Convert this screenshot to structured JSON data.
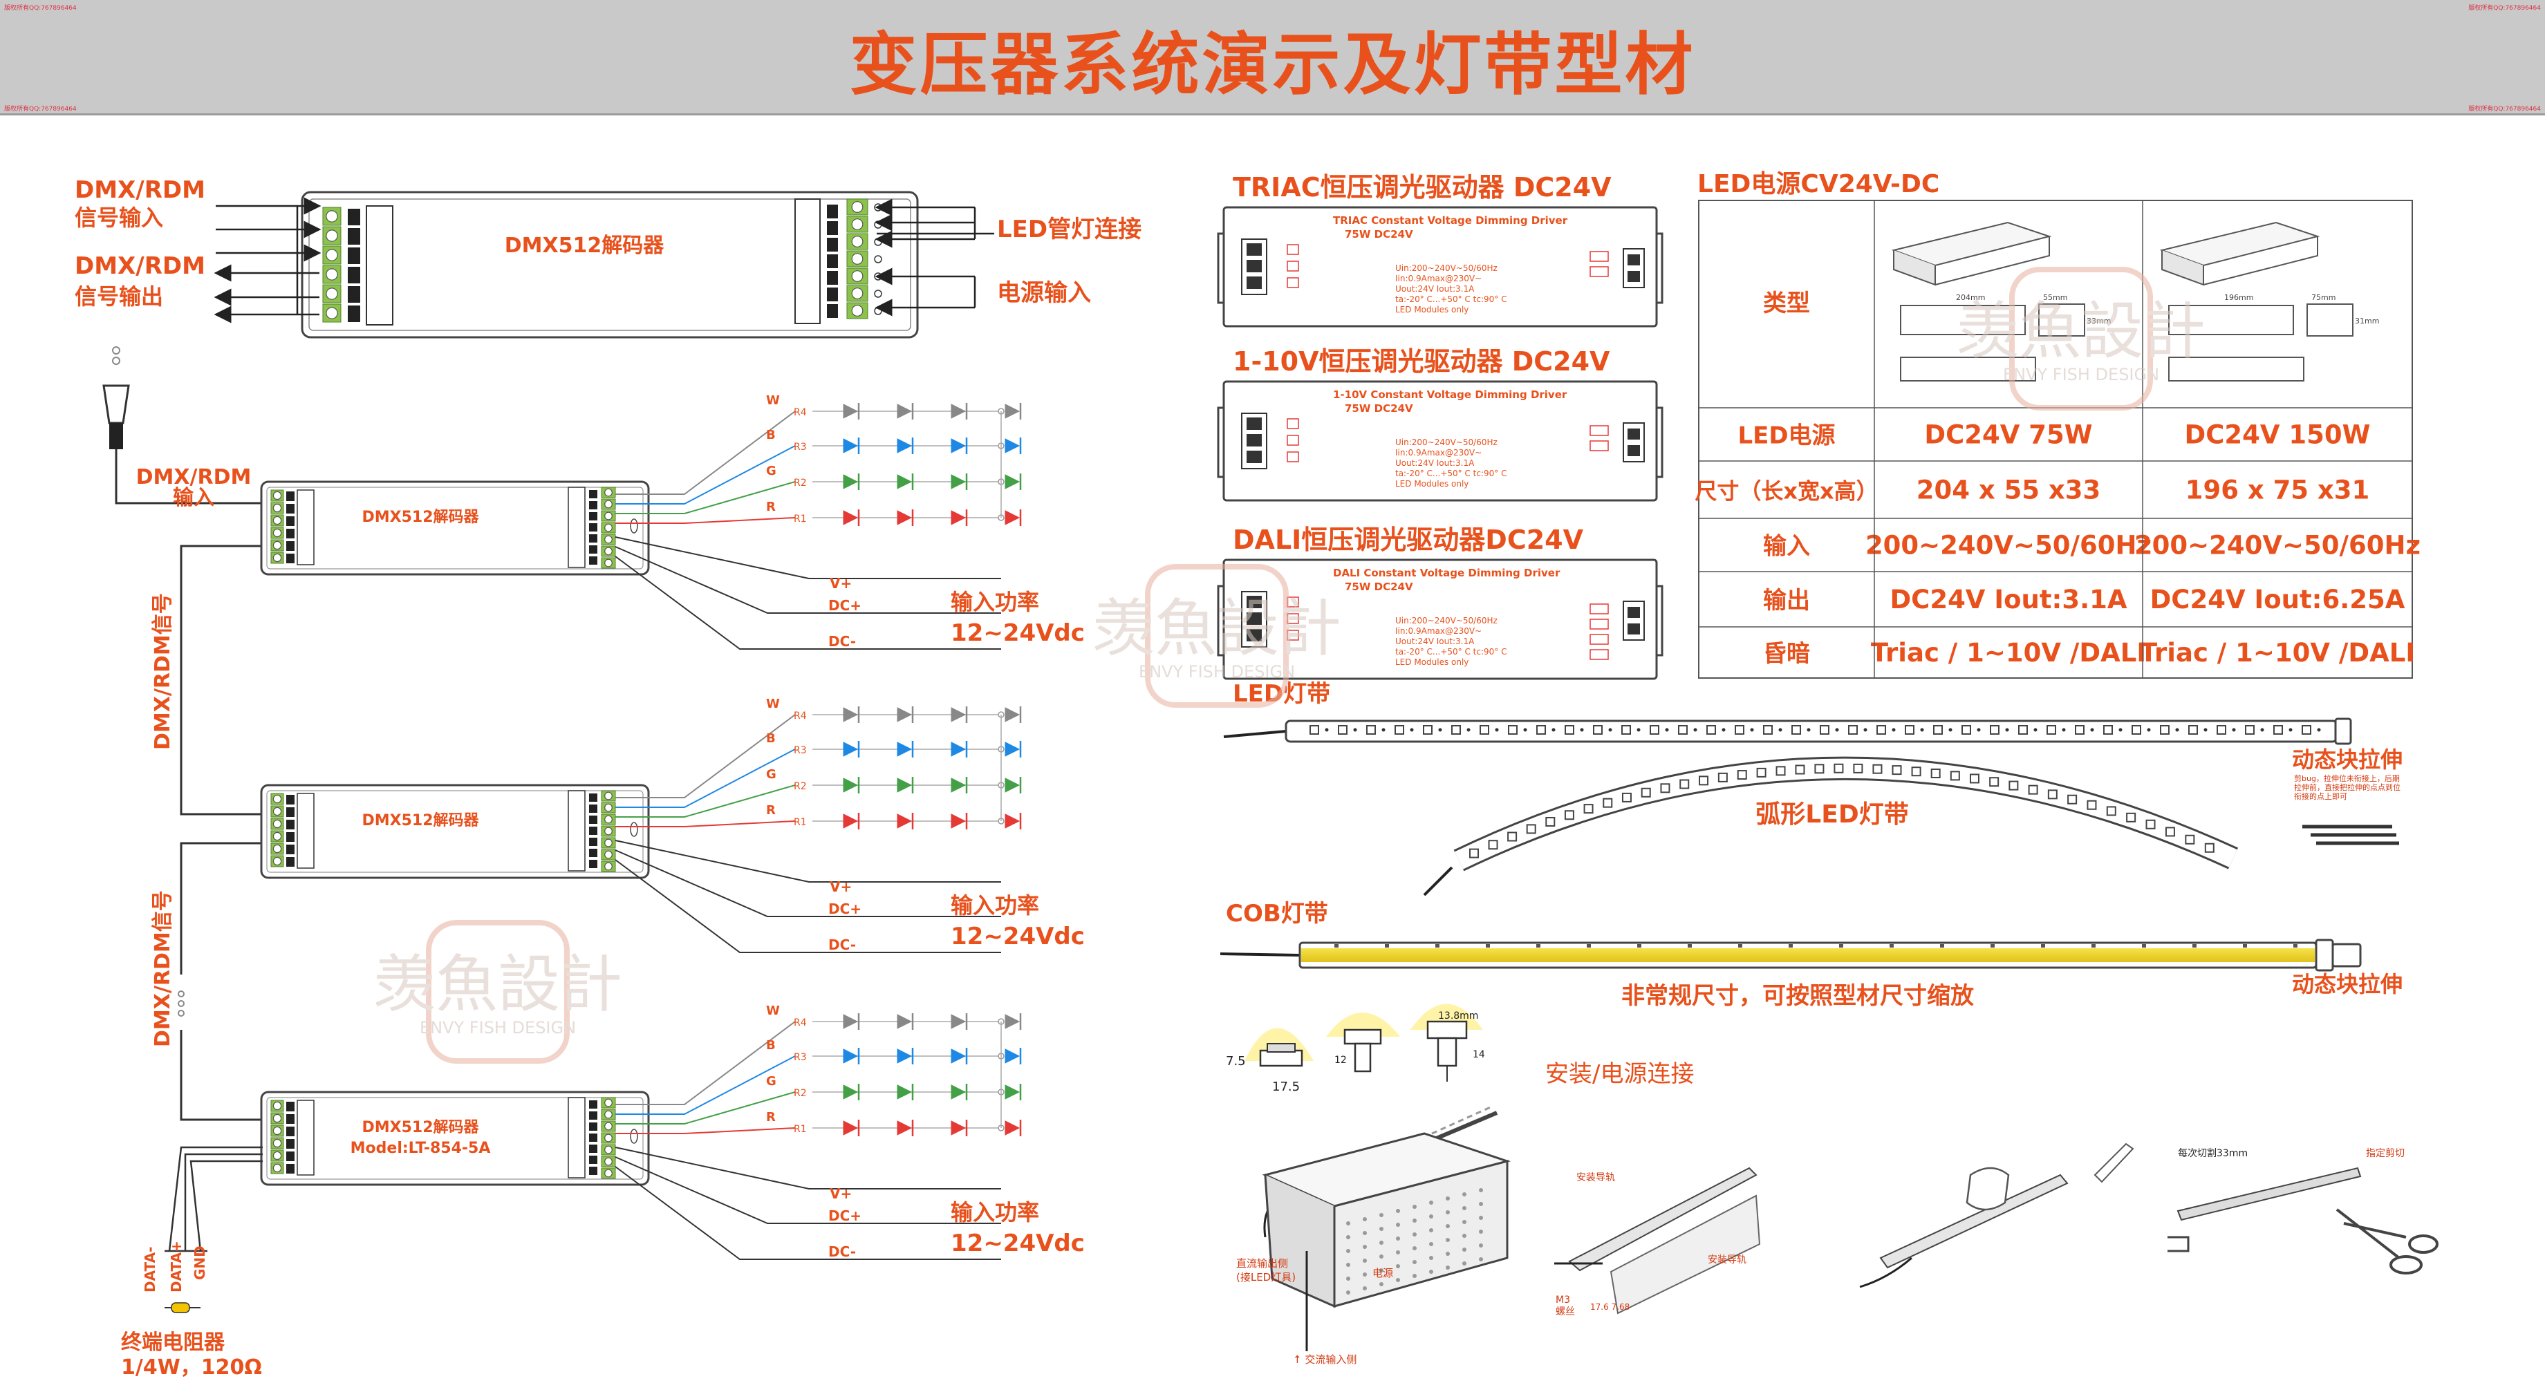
{
  "header": {
    "title": "变压器系统演示及灯带型材",
    "corner_note": "版权所有QQ:767896464"
  },
  "colors": {
    "accent": "#e8511c",
    "header_bg": "#c9c9c9",
    "terminal": "#8bc34a",
    "red": "#e53935",
    "green": "#43a047",
    "blue": "#1e88e5"
  },
  "top_decoder": {
    "title": "DMX512解码器",
    "in_label_1": "DMX/RDM",
    "in_label_2": "信号输入",
    "out_label_1": "DMX/RDM",
    "out_label_2": "信号输出",
    "led_label": "LED管灯连接",
    "power_label": "电源输入"
  },
  "chain": {
    "input_label_1": "DMX/RDM",
    "input_label_2": "输入",
    "signal_label": "DMX/RDM信号",
    "units": [
      {
        "title": "DMX512解码器",
        "model": ""
      },
      {
        "title": "DMX512解码器",
        "model": ""
      },
      {
        "title": "DMX512解码器",
        "model": "Model:LT-854-5A"
      }
    ],
    "channels": [
      "W",
      "B",
      "G",
      "R"
    ],
    "rails": [
      "R4",
      "R3",
      "R2",
      "R1"
    ],
    "vplus": "V+",
    "dcplus": "DC+",
    "dcminus": "DC-",
    "power_1": "输入功率",
    "power_2": "12~24Vdc",
    "data_minus": "DATA-",
    "data_plus": "DATA+",
    "gnd": "GND",
    "terminator_1": "终端电阻器",
    "terminator_2": "1/4W，120Ω"
  },
  "drivers": [
    {
      "heading": "TRIAC恒压调光驱动器 DC24V",
      "name_en": "TRIAC Constant Voltage Dimming Driver",
      "rating": "75W DC24V",
      "specs": [
        "Uin:200~240V~50/60Hz",
        "Iin:0.9Amax@230V~",
        "Uout:24V Iout:3.1A",
        "ta:-20° C...+50° C tc:90° C",
        "LED Modules only"
      ]
    },
    {
      "heading": "1-10V恒压调光驱动器 DC24V",
      "name_en": "1-10V Constant Voltage Dimming Driver",
      "rating": "75W DC24V",
      "specs": [
        "Uin:200~240V~50/60Hz",
        "Iin:0.9Amax@230V~",
        "Uout:24V Iout:3.1A",
        "ta:-20° C...+50° C tc:90° C",
        "LED Modules only"
      ]
    },
    {
      "heading": "DALI恒压调光驱动器DC24V",
      "name_en": "DALI Constant Voltage Dimming Driver",
      "rating": "75W DC24V",
      "specs": [
        "Uin:200~240V~50/60Hz",
        "Iin:0.9Amax@230V~",
        "Uout:24V Iout:3.1A",
        "ta:-20° C...+50° C tc:90° C",
        "LED Modules only"
      ]
    }
  ],
  "power_table": {
    "heading": "LED电源CV24V-DC",
    "rows": [
      {
        "label": "类型",
        "col1": "",
        "col2": ""
      },
      {
        "label": "LED电源",
        "col1": "DC24V 75W",
        "col2": "DC24V 150W"
      },
      {
        "label": "尺寸（长x宽x高）",
        "col1": "204 x 55 x33",
        "col2": "196 x 75 x31"
      },
      {
        "label": "输入",
        "col1": "200~240V~50/60Hz",
        "col2": "200~240V~50/60Hz"
      },
      {
        "label": "输出",
        "col1": "DC24V Iout:3.1A",
        "col2": "DC24V Iout:6.25A"
      },
      {
        "label": "昏暗",
        "col1": "Triac / 1~10V /DALI",
        "col2": "Triac / 1~10V /DALI"
      }
    ],
    "dims": [
      "204mm",
      "55mm",
      "33mm",
      "196mm",
      "75mm",
      "31mm"
    ]
  },
  "strips": {
    "led_label": "LED灯带",
    "arc_label": "弧形LED灯带",
    "dynamic_label": "动态块拉伸",
    "dynamic_note": "剪bug，拉伸位未衔接上，后期拉伸前，直接把拉伸的点点到位衔接的点上即可",
    "cob_label": "COB灯带",
    "cob_dynamic_label": "动态块拉伸",
    "note": "非常规尺寸，可按照型材尺寸缩放"
  },
  "profiles": {
    "dim_a": "7.5",
    "dim_b": "17.5",
    "dim_c": "12",
    "dim_d": "13.8mm",
    "dim_e": "14"
  },
  "install": {
    "heading": "安装/电源连接",
    "dc_out": "直流输出侧",
    "dc_out_2": "(接LED灯具)",
    "psu": "电源",
    "ac_in": "↑ 交流输入侧",
    "rail_1": "安装导轨",
    "rail_2": "安装导轨",
    "screw_1": "M3",
    "screw_2": "螺丝",
    "screw_dims": "17.6  7.68",
    "cut_every": "每次切割33mm",
    "cut_point": "指定剪切"
  },
  "watermark": {
    "cn": "羡魚設計",
    "en": "ENVY FISH DESIGN"
  }
}
